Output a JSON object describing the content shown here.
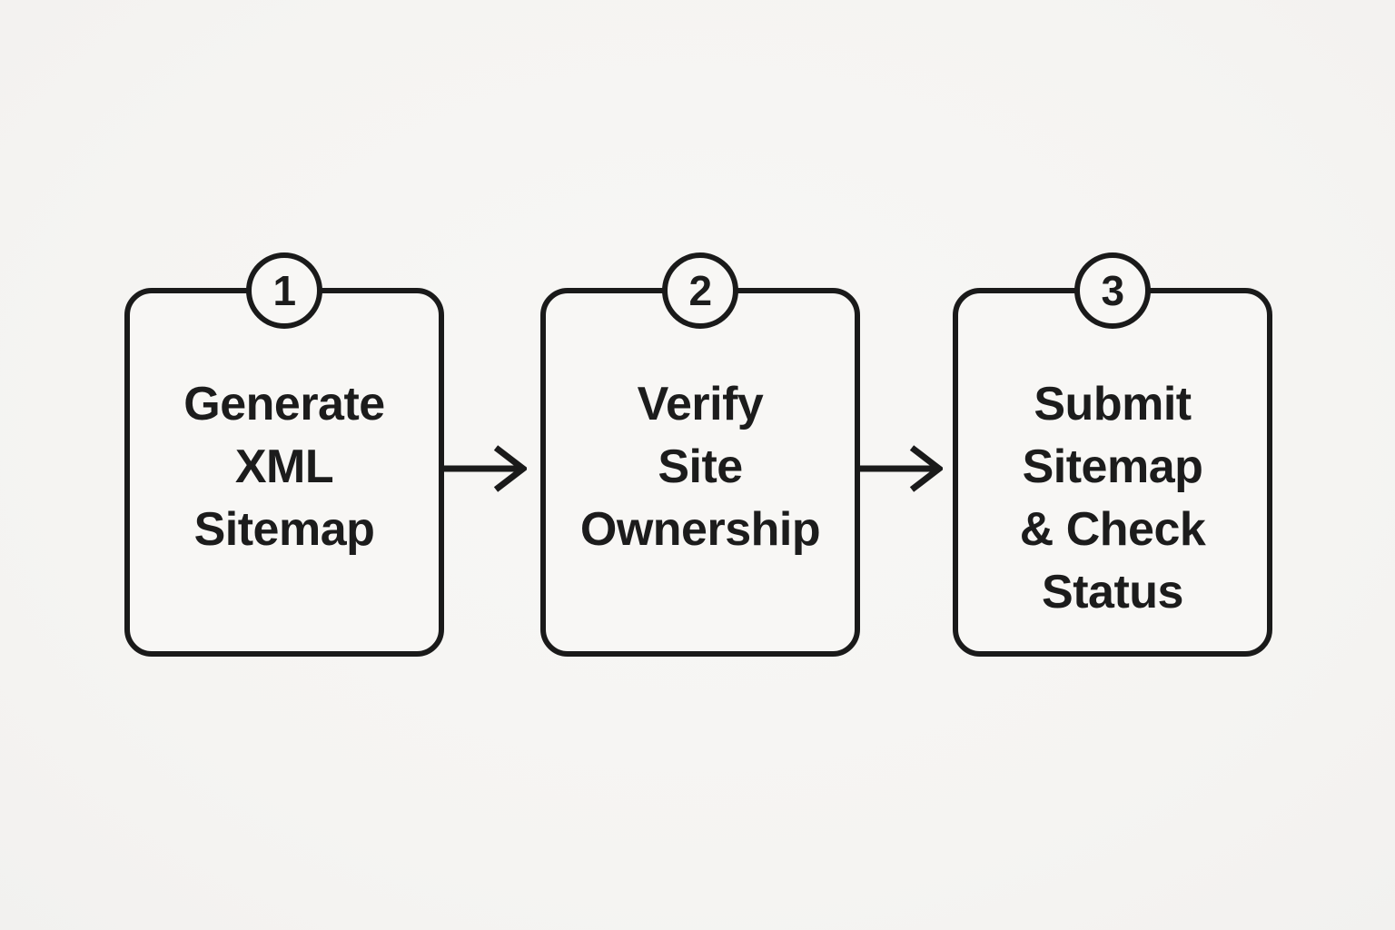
{
  "diagram": {
    "type": "horizontal-process-flow",
    "step_count": 3
  },
  "colors": {
    "background": "#f5f4f2",
    "stroke": "#1a1a1a",
    "text": "#1c1c1c",
    "box_fill": "#f8f7f5"
  },
  "steps": [
    {
      "number": "1",
      "label": "Generate\nXML\nSitemap"
    },
    {
      "number": "2",
      "label": "Verify\nSite\nOwnership"
    },
    {
      "number": "3",
      "label": "Submit\nSitemap\n& Check\nStatus"
    }
  ],
  "icons": {
    "connector_1": "arrow-right-icon",
    "connector_2": "arrow-right-icon"
  }
}
